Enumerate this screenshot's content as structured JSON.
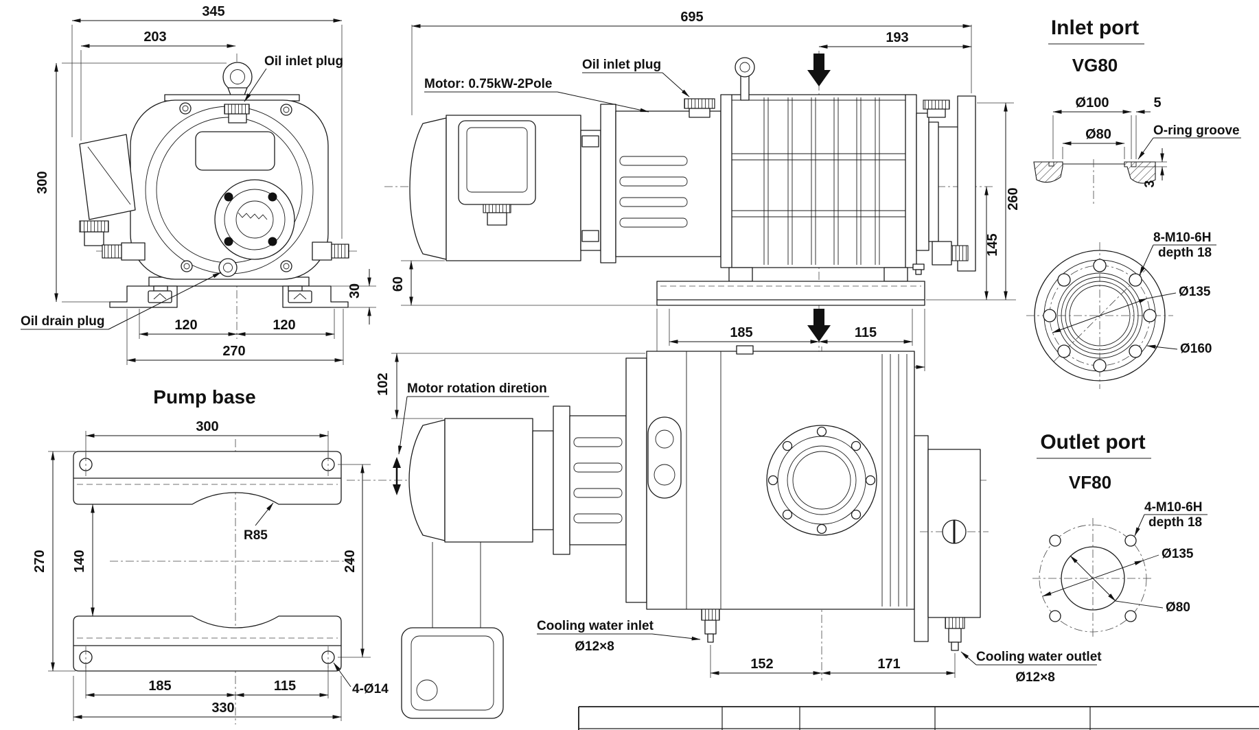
{
  "drawing": {
    "front_view": {
      "dims": {
        "d345": "345",
        "d203": "203",
        "d300": "300",
        "d30": "30",
        "d120a": "120",
        "d120b": "120",
        "d270": "270"
      },
      "labels": {
        "oil_inlet_plug": "Oil inlet plug",
        "oil_drain_plug": "Oil drain plug"
      }
    },
    "side_view": {
      "dims": {
        "d695": "695",
        "d193": "193",
        "d260": "260",
        "d145": "145",
        "d60": "60",
        "d185": "185",
        "d115": "115",
        "d330": "330"
      },
      "labels": {
        "motor": "Motor: 0.75kW-2Pole",
        "oil_inlet_plug": "Oil inlet plug"
      }
    },
    "inlet_port": {
      "title": "Inlet port",
      "model": "VG80",
      "dims": {
        "d100": "Ø100",
        "d80": "Ø80",
        "groove_width": "5",
        "groove_depth": "3",
        "bolt_spec": "8-M10-6H",
        "bolt_depth": "depth 18",
        "bolt_circle": "Ø135",
        "outer": "Ø160"
      },
      "labels": {
        "oring_groove": "O-ring groove"
      }
    },
    "pump_base": {
      "title": "Pump base",
      "dims": {
        "d300": "300",
        "d270": "270",
        "d140": "140",
        "radius": "R85",
        "d240": "240",
        "d185": "185",
        "d115": "115",
        "d330": "330",
        "holes": "4-Ø14"
      }
    },
    "bottom_view": {
      "dims": {
        "d102": "102",
        "d152": "152",
        "d171": "171"
      },
      "labels": {
        "rotation": "Motor rotation diretion",
        "cooling_inlet": "Cooling water inlet",
        "cooling_inlet_size": "Ø12×8",
        "cooling_outlet": "Cooling water outlet",
        "cooling_outlet_size": "Ø12×8"
      }
    },
    "outlet_port": {
      "title": "Outlet port",
      "model": "VF80",
      "dims": {
        "bolt_spec": "4-M10-6H",
        "bolt_depth": "depth 18",
        "bolt_circle": "Ø135",
        "bore": "Ø80"
      }
    }
  }
}
